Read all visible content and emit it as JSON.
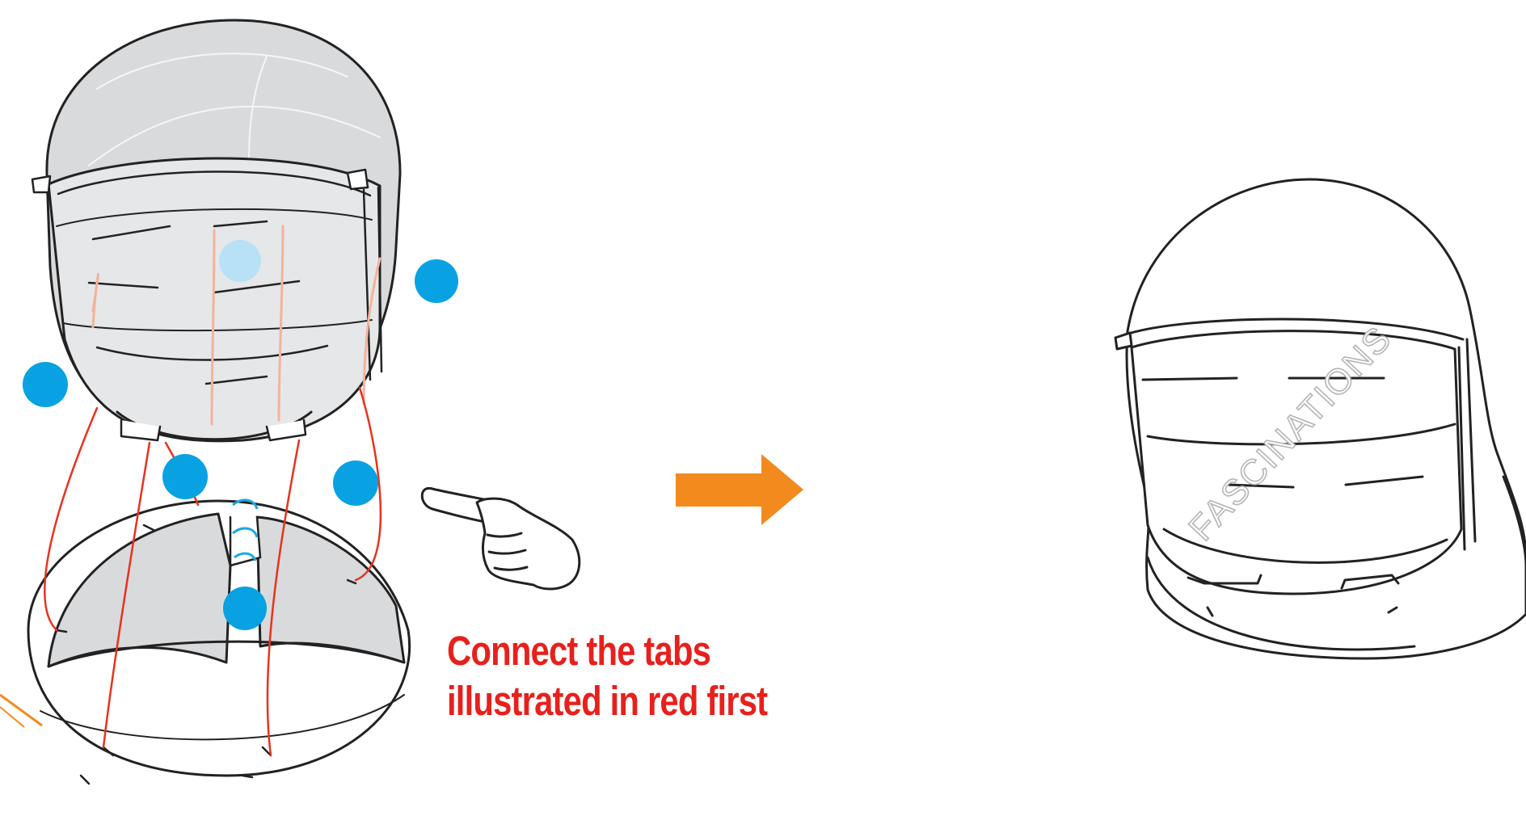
{
  "instruction": {
    "line1": "Connect the tabs",
    "line2": "illustrated in red first",
    "color": "#e8201c"
  },
  "watermark": {
    "text": "FASCINATIONS"
  },
  "colors": {
    "line": "#222222",
    "shade": "#d9dadc",
    "dot": "#08a2e3",
    "dot_faded": "#b8e1f6",
    "red_path": "#e8321f",
    "faded_path": "#f3b39a",
    "arrow": "#f28a1e",
    "blue_tab": "#1aa7e6"
  },
  "icons": [
    "right-arrow-icon",
    "pointing-hand-icon"
  ]
}
